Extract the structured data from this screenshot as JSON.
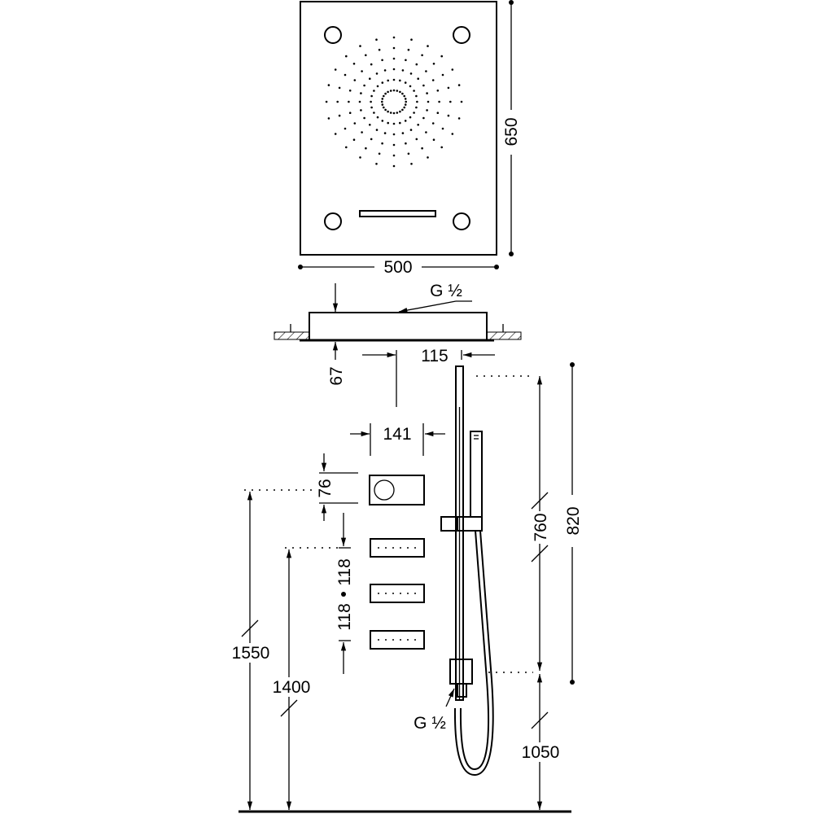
{
  "drawing": {
    "head_width": "500",
    "head_height": "650",
    "inlet_top": "G ½",
    "head_depth": "67",
    "rail_offset": "115",
    "control_width": "141",
    "control_height": "76",
    "jet_spacing_1": "118",
    "jet_spacing_2": "118",
    "rail_length": "760",
    "rail_total": "820",
    "control_floor": "1550",
    "jets_floor": "1400",
    "inlet_bottom": "G ½",
    "rail_floor": "1050"
  }
}
